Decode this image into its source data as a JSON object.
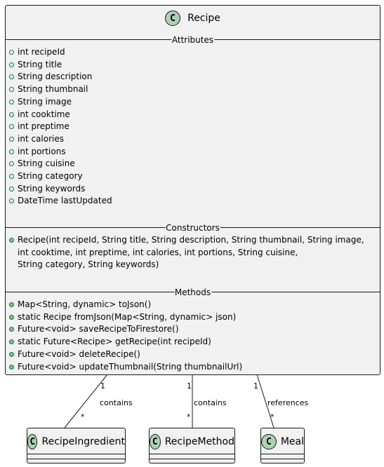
{
  "recipe": {
    "icon": "C",
    "name": "Recipe",
    "sections": {
      "attributes": "Attributes",
      "constructors": "Constructors",
      "methods": "Methods"
    },
    "attributes": [
      "int recipeId",
      "String title",
      "String description",
      "String thumbnail",
      "String image",
      "int cooktime",
      "int preptime",
      "int calories",
      "int portions",
      "String cuisine",
      "String category",
      "String keywords",
      "DateTime lastUpdated"
    ],
    "constructor": {
      "line1": "Recipe(int recipeId, String title, String description, String thumbnail, String image,",
      "line2": "int cooktime, int preptime, int calories, int portions, String cuisine,",
      "line3": "String category, String keywords)"
    },
    "methods": [
      "Map<String, dynamic> toJson()",
      "static Recipe fromJson(Map<String, dynamic> json)",
      "Future<void> saveRecipeToFirestore()",
      "static Future<Recipe> getRecipe(int recipeId)",
      "Future<void> deleteRecipe()",
      "Future<void> updateThumbnail(String thumbnailUrl)"
    ]
  },
  "related": [
    {
      "icon": "C",
      "name": "RecipeIngredient",
      "label": "contains",
      "source_mult": "1",
      "target_mult": "*"
    },
    {
      "icon": "C",
      "name": "RecipeMethod",
      "label": "contains",
      "source_mult": "1",
      "target_mult": "*"
    },
    {
      "icon": "C",
      "name": "Meal",
      "label": "references",
      "source_mult": "1",
      "target_mult": "*"
    }
  ],
  "colors": {
    "class_fill": "#f1f1f1",
    "border": "#181818",
    "icon_fill": "#add1b2",
    "visibility_stroke": "#038048",
    "visibility_fill": "#84be84"
  }
}
